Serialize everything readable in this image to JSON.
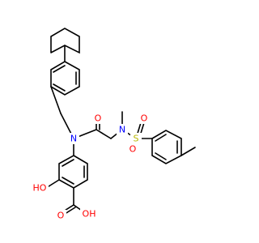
{
  "colors": {
    "bond": "#000000",
    "oxygen": "#ff0000",
    "nitrogen": "#0000ff",
    "sulfur": "#b8b800",
    "background": "#ffffff"
  },
  "labels": {
    "amide_nitrogen": "N",
    "amide_oxygen": "O",
    "sulfonamide_nitrogen": "N",
    "sulfur": "S",
    "sulfonyl_oxygen_left": "O",
    "sulfonyl_oxygen_right": "O",
    "hydroxyl": "HO",
    "carbonyl_oxygen": "O",
    "acid_hydroxyl": "OH"
  }
}
